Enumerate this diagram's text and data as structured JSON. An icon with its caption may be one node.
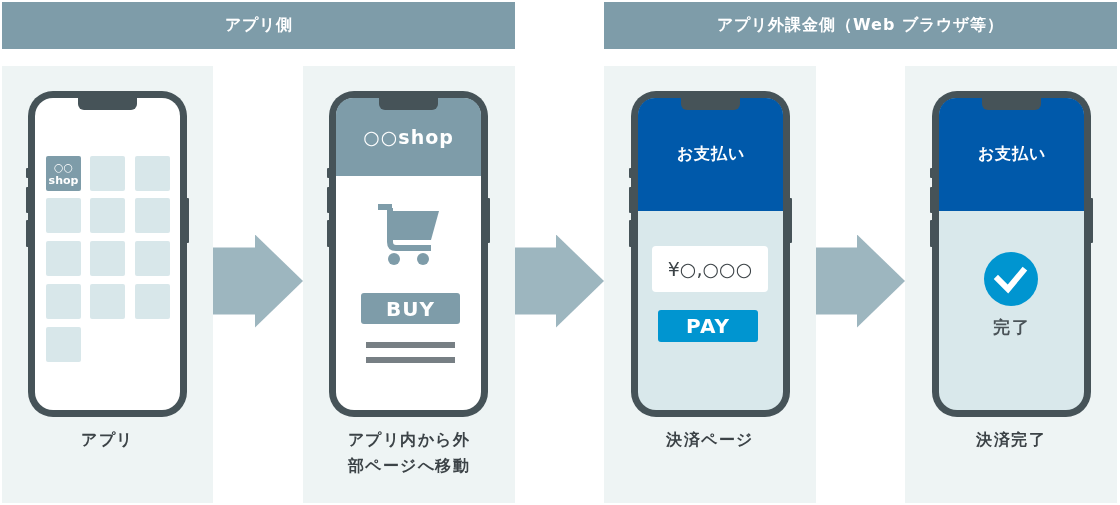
{
  "diagram": {
    "nodes": [
      {
        "text": [
          "アプリ側"
        ]
      },
      {
        "text": [
          "アプリ外課金側（Web ブラウザ等）"
        ]
      },
      {
        "text": [
          "アプリ"
        ]
      },
      {
        "text": [],
        "shape": "phone",
        "in": 2
      },
      {
        "text": [
          "○○ shop"
        ],
        "in": 3
      },
      {
        "text": [],
        "shape": "box",
        "in": 3
      },
      {
        "text": [],
        "shape": "box",
        "in": 3
      },
      {
        "text": [],
        "shape": "box",
        "in": 3
      },
      {
        "text": [],
        "shape": "box",
        "in": 3
      },
      {
        "text": [],
        "shape": "box",
        "in": 3
      },
      {
        "text": [],
        "shape": "box",
        "in": 3
      },
      {
        "text": [],
        "shape": "box",
        "in": 3
      },
      {
        "text": [],
        "shape": "box",
        "in": 3
      },
      {
        "text": [],
        "shape": "box",
        "in": 3
      },
      {
        "text": [],
        "shape": "box",
        "in": 3
      },
      {
        "text": [],
        "shape": "box",
        "in": 3
      },
      {
        "text": [],
        "shape": "box",
        "in": 3
      },
      {
        "text": [
          "アプリ内から外部ページへ移動"
        ]
      },
      {
        "text": [],
        "shape": "phone",
        "in": 17
      },
      {
        "text": [
          "○○shop"
        ],
        "in": 18
      },
      {
        "text": [
          "BUY"
        ],
        "in": 18
      },
      {
        "text": [
          "決済ページ"
        ]
      },
      {
        "text": [],
        "shape": "phone",
        "in": 21
      },
      {
        "text": [
          "お支払い"
        ],
        "in": 22
      },
      {
        "text": [
          "¥○,○○○"
        ],
        "in": 22
      },
      {
        "text": [
          "PAY"
        ],
        "in": 22
      },
      {
        "text": [
          "決済完了"
        ]
      },
      {
        "text": [
          "完了"
        ],
        "in": 26
      },
      {
        "text": [
          "お支払い"
        ],
        "in": 27
      }
    ],
    "edges": [
      {
        "from": 2,
        "to": 17,
        "arrow": "to"
      },
      {
        "from": 17,
        "to": 21,
        "arrow": "to"
      },
      {
        "from": 21,
        "to": 26,
        "arrow": "to"
      }
    ]
  }
}
